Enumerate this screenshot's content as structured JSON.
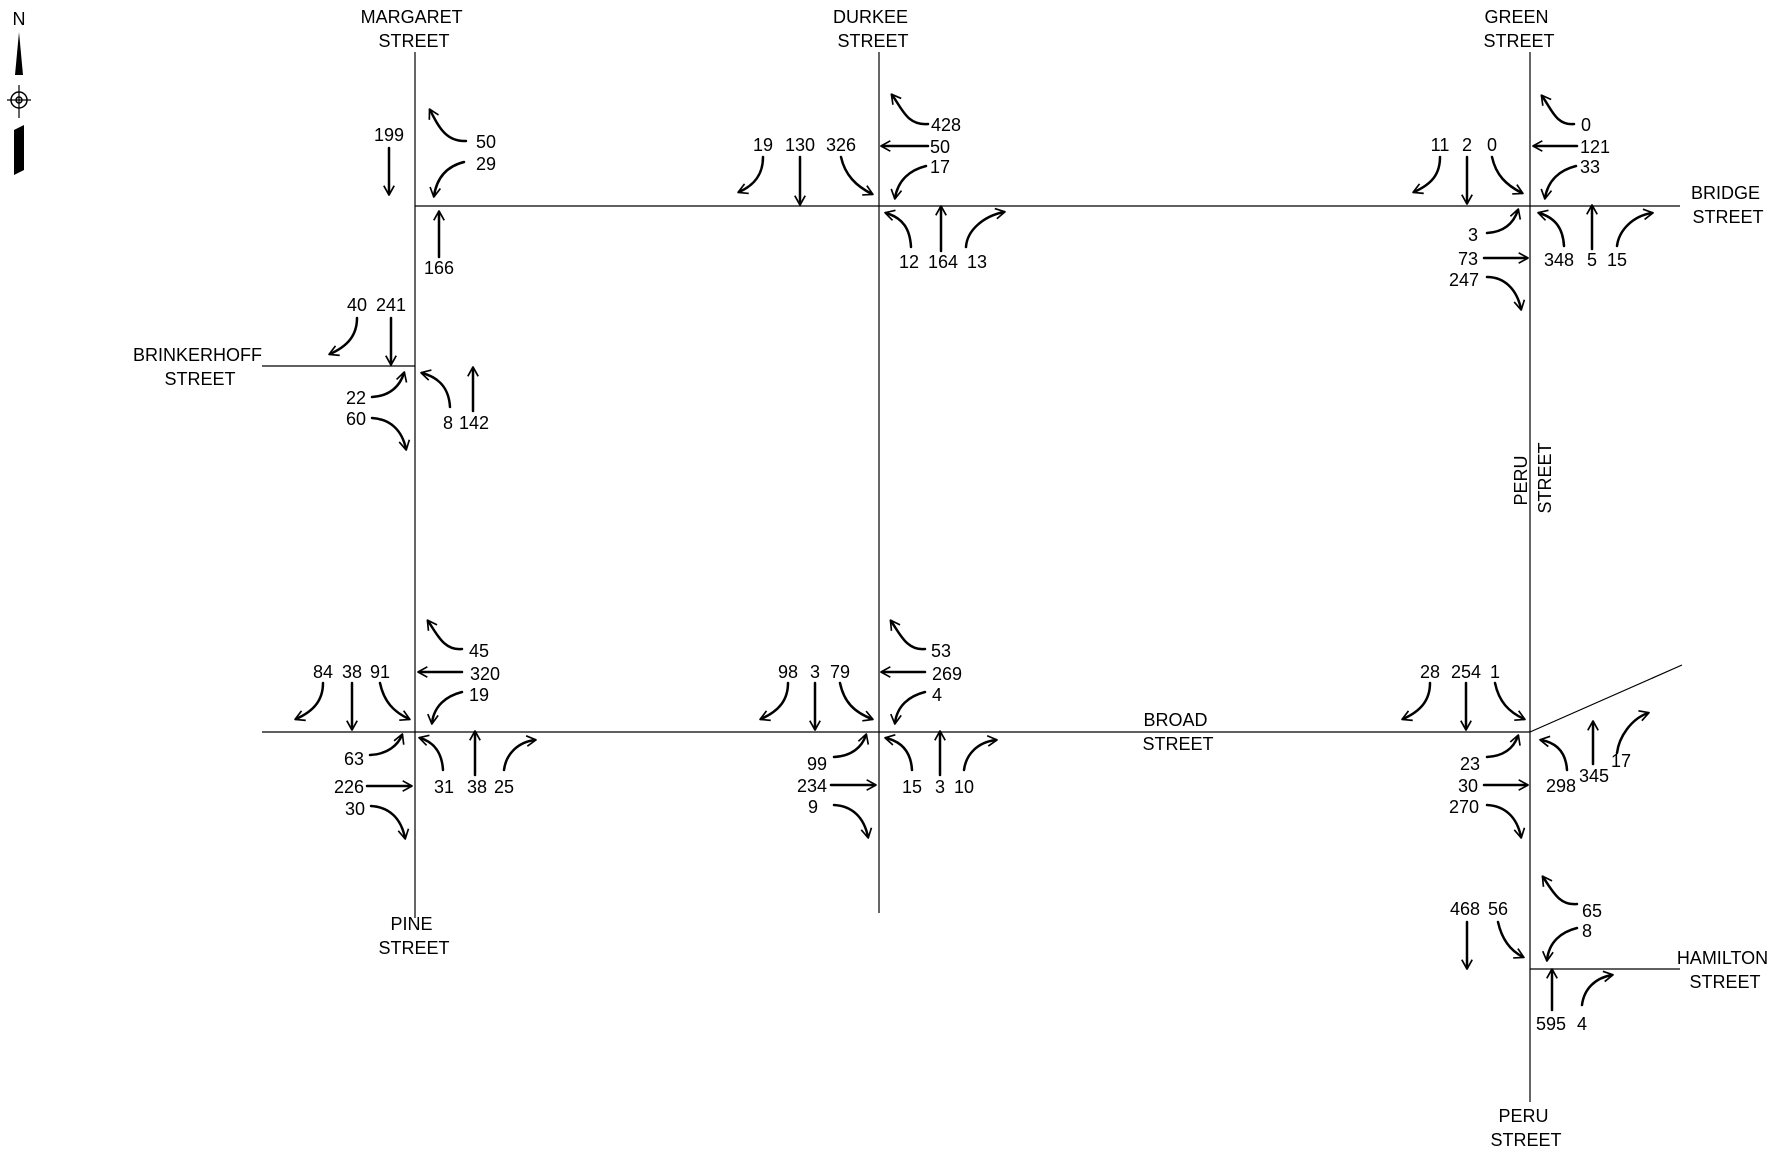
{
  "north_arrow": {
    "label": "N",
    "icon": "north-arrow-icon"
  },
  "streets": {
    "margaret": [
      "MARGARET",
      "STREET"
    ],
    "durkee": [
      "DURKEE",
      "STREET"
    ],
    "green": [
      "GREEN",
      "STREET"
    ],
    "bridge": [
      "BRIDGE",
      "STREET"
    ],
    "brinkerhoff": [
      "BRINKERHOFF",
      "STREET"
    ],
    "peru_mid": [
      "PERU",
      "STREET"
    ],
    "broad": [
      "BROAD",
      "STREET"
    ],
    "pine": [
      "PINE",
      "STREET"
    ],
    "hamilton": [
      "HAMILTON",
      "STREET"
    ],
    "peru_bottom": [
      "PERU",
      "STREET"
    ]
  },
  "intersections": [
    {
      "id": "margaret-bridge",
      "approaches": {
        "southbound": {
          "thru": "199"
        },
        "westbound": {
          "right": "50",
          "left": "29"
        },
        "northbound": {
          "thru": "166"
        }
      }
    },
    {
      "id": "durkee-bridge",
      "approaches": {
        "southbound": {
          "right": "19",
          "thru": "130",
          "left": "326"
        },
        "westbound": {
          "right": "428",
          "thru": "50",
          "left": "17"
        },
        "northbound": {
          "left": "12",
          "thru": "164",
          "right": "13"
        }
      }
    },
    {
      "id": "green-bridge",
      "approaches": {
        "southbound": {
          "right": "11",
          "thru": "2",
          "left": "0"
        },
        "westbound": {
          "right": "0",
          "thru": "121",
          "left": "33"
        },
        "eastbound": {
          "left": "3",
          "thru": "73",
          "right": "247"
        },
        "northbound": {
          "left": "348",
          "thru": "5",
          "right": "15"
        }
      }
    },
    {
      "id": "margaret-brinkerhoff",
      "approaches": {
        "southbound": {
          "right": "40",
          "thru": "241"
        },
        "eastbound": {
          "left": "22",
          "right": "60"
        },
        "northbound": {
          "left": "8",
          "thru": "142"
        }
      }
    },
    {
      "id": "pine-broad",
      "approaches": {
        "southbound": {
          "right": "84",
          "thru": "38",
          "left": "91"
        },
        "westbound": {
          "right": "45",
          "thru": "320",
          "left": "19"
        },
        "eastbound": {
          "left": "63",
          "thru": "226",
          "right": "30"
        },
        "northbound": {
          "left": "31",
          "thru": "38",
          "right": "25"
        }
      }
    },
    {
      "id": "durkee-broad",
      "approaches": {
        "southbound": {
          "right": "98",
          "thru": "3",
          "left": "79"
        },
        "westbound": {
          "right": "53",
          "thru": "269",
          "left": "4"
        },
        "eastbound": {
          "left": "99",
          "thru": "234",
          "right": "9"
        },
        "northbound": {
          "left": "15",
          "thru": "3",
          "right": "10"
        }
      }
    },
    {
      "id": "peru-broad",
      "approaches": {
        "southbound": {
          "right": "28",
          "thru": "254",
          "left": "1"
        },
        "eastbound": {
          "left": "23",
          "thru": "30",
          "right": "270"
        },
        "northbound": {
          "left": "298",
          "thru": "345",
          "right": "17"
        }
      }
    },
    {
      "id": "peru-hamilton",
      "approaches": {
        "southbound": {
          "thru": "468",
          "left": "56"
        },
        "westbound": {
          "right": "65",
          "left": "8"
        },
        "northbound": {
          "thru": "595",
          "right": "4"
        }
      }
    }
  ]
}
